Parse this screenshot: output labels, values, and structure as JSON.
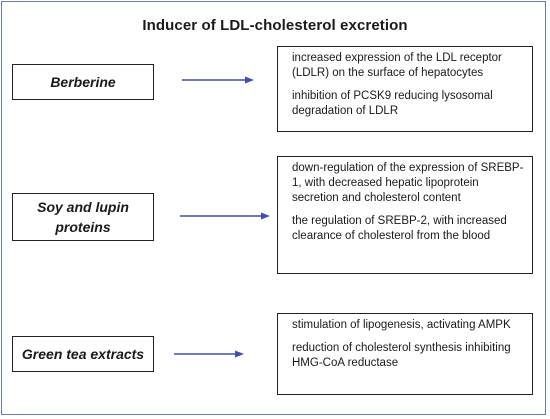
{
  "title": "Inducer of LDL-cholesterol excretion",
  "inducers": [
    {
      "name": "Berberine",
      "effects": [
        "increased expression of the LDL receptor (LDLR) on the surface of hepatocytes",
        "inhibition of PCSK9 reducing lysosomal degradation of LDLR"
      ]
    },
    {
      "name": "Soy and lupin proteins",
      "effects": [
        "down-regulation of the expression of SREBP-1, with decreased hepatic lipoprotein secretion and cholesterol content",
        "the regulation of SREBP-2, with increased clearance of cholesterol from the blood"
      ]
    },
    {
      "name": "Green tea extracts",
      "effects": [
        "stimulation of lipogenesis, activating AMPK",
        "reduction of cholesterol synthesis inhibiting HMG-CoA reductase"
      ]
    }
  ],
  "colors": {
    "arrow": "#3f4fb0",
    "frame_border": "#6e7da8",
    "box_border": "#222222"
  }
}
